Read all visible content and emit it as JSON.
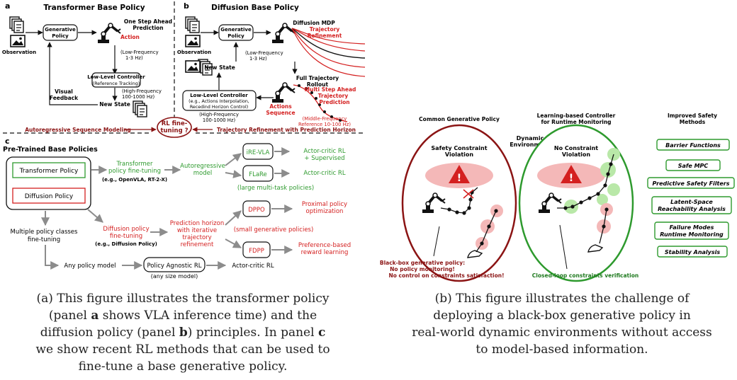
{
  "left_figure": {
    "panel_a": {
      "letter": "a",
      "title": "Transformer Base Policy",
      "observation": "Observation",
      "generative_policy": [
        "Generative",
        "Policy"
      ],
      "one_step": [
        "One Step Ahead",
        "Prediction"
      ],
      "action": "Action",
      "low_freq": [
        "(Low-Frequency",
        "1-3 Hz)"
      ],
      "llc_title": "Low-Level Controller",
      "llc_sub": "(Reference Tracking)",
      "high_freq": [
        "(High-Frequency",
        "100-1000 Hz)"
      ],
      "visual_feedback": [
        "Visual",
        "Feedback"
      ],
      "new_state": "New State"
    },
    "panel_b": {
      "letter": "b",
      "title": "Diffusion Base Policy",
      "observation": "Observation",
      "generative_policy": [
        "Generative",
        "Policy"
      ],
      "diffusion_mdp": "Diffusion MDP",
      "traj_refinement": [
        "Trajectory",
        "Refinement"
      ],
      "low_freq": [
        "(Low-Frequency",
        "1-3 Hz)"
      ],
      "new_state": "New State",
      "full_traj": [
        "Full Trajectory",
        "Rollout"
      ],
      "multi_step": [
        "Multi Step Ahead",
        "Trajectory",
        "Prediction"
      ],
      "llc_title": "Low-Level Controller",
      "llc_sub": [
        "(e.g., Actions Interpolation,",
        "Recedind Horizon Control)"
      ],
      "high_freq": [
        "(High-Frequency",
        "100-1000 Hz)"
      ],
      "actions_seq": [
        "Actions",
        "Sequence"
      ],
      "middle_freq": [
        "(Middle-Frequency",
        "Reference 10-100 Hz)"
      ]
    },
    "rl_bar": {
      "autoregressive": "Autoregressive Sequence Modeling",
      "rl_finetuning": [
        "RL fine-",
        "tuning ?"
      ],
      "traj_pred_horizon": "Trajectory Refinement with Prediction Horizon"
    },
    "panel_c": {
      "letter": "c",
      "title": "Pre-Trained Base Policies",
      "transformer_policy": "Transformer Policy",
      "diffusion_policy": "Diffusion Policy",
      "transformer_ft": [
        "Transformer",
        "policy fine-tuning"
      ],
      "transformer_ft_eg": "(e.g., OpenVLA, RT-2-X)",
      "autoregressive_model": [
        "Autoregressive",
        "model"
      ],
      "ire_vla": "iRE-VLA",
      "flare": "FLaRe",
      "actor_critic_sup": [
        "Actor-critic RL",
        "+ Supervised"
      ],
      "actor_critic_rl": "Actor-critic RL",
      "large_multitask": "(large multi-task policies)",
      "multiple_classes": [
        "Multiple policy classes",
        "fine-tuning"
      ],
      "diffusion_ft": [
        "Diffusion policy",
        "fine-tuning"
      ],
      "diffusion_ft_eg": "(e.g., Diffusion Policy)",
      "pred_horizon": [
        "Prediction horizon",
        "with iterative",
        "trajectory",
        "refinement"
      ],
      "dppo": "DPPO",
      "fdpp": "FDPP",
      "proximal": [
        "Proximal policy",
        "optimization"
      ],
      "small_gen": "(small generative policies)",
      "preference": [
        "Preference-based",
        "reward learning"
      ],
      "any_policy_model": "Any policy model",
      "policy_agnostic": "Policy  Agnostic RL",
      "any_size": "(any size model)",
      "actor_critic_rl2": "Actor-critic RL"
    }
  },
  "right_figure": {
    "common_title": "Common Generative Policy",
    "learning_title": [
      "Learning-based Controller",
      "for Runtime Monitoring"
    ],
    "improved_title": [
      "Improved Safety",
      "Methods"
    ],
    "dynamic_env": [
      "Dynamic",
      "Environment"
    ],
    "safety_violation": [
      "Safety Constraint",
      "Violation"
    ],
    "no_violation": [
      "No Constraint",
      "Violation"
    ],
    "blackbox_note": [
      "Black-box generative policy:",
      "No policy monitoring!",
      "No control on constraints satisfaction!"
    ],
    "closed_loop": "Closed-loop constraints verification",
    "methods": [
      "Barrier Functions",
      "Safe MPC",
      "Predictive Safety Filters",
      [
        "Latent-Space",
        "Reachability Analysis"
      ],
      [
        "Failure Modes",
        "Runtime Monitoring"
      ],
      "Stability Analysis"
    ]
  },
  "captions": {
    "a": [
      "(a) This figure illustrates the transformer policy",
      "(panel ",
      "a",
      " shows VLA inference time) and the",
      "diffusion policy (panel ",
      "b",
      ") principles. In panel ",
      "c",
      "we show recent RL methods that can be used to",
      "fine-tune a base generative policy."
    ],
    "b": [
      "(b) This figure illustrates the challenge of",
      "deploying a black-box generative policy in",
      "real-world dynamic environments without access",
      "to model-based information."
    ]
  },
  "colors": {
    "red": "#d42020",
    "darkred": "#8b1414",
    "green": "#2e9a2e",
    "darkgreen": "#1f7a1f",
    "grey": "#8c8c8c",
    "pink": "#f4b8b8",
    "lightgreen": "#b9e8a8"
  }
}
